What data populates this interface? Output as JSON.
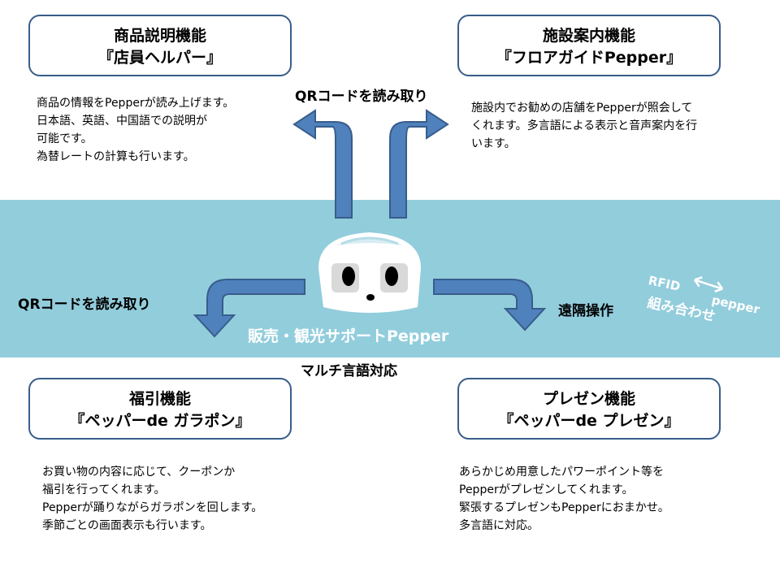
{
  "colors": {
    "band": "#92cddc",
    "arrow_fill": "#4f81bd",
    "arrow_stroke": "#385d8a",
    "box_border": "#385d8a"
  },
  "center": {
    "title": "販売・観光サポートPepper",
    "multilang": "マルチ言語対応"
  },
  "labels": {
    "qr_top": "QRコードを読み取り",
    "qr_left": "QRコードを読み取り",
    "remote": "遠隔操作"
  },
  "rfid": {
    "rfid": "RFID",
    "pepper": "pepper",
    "combine": "組み合わせ"
  },
  "features": {
    "product": {
      "title": "商品説明機能",
      "subtitle": "『店員ヘルパー』",
      "description": "商品の情報をPepperが読み上げます。\n日本語、英語、中国語での説明が\n可能です。\n為替レートの計算も行います。"
    },
    "facility": {
      "title": "施設案内機能",
      "subtitle": "『フロアガイドPepper』",
      "description": "施設内でお勧めの店舗をPepperが照会して\nくれます。多言語による表示と音声案内を行\nいます。"
    },
    "lottery": {
      "title": "福引機能",
      "subtitle": "『ペッパーde ガラポン』",
      "description": "お買い物の内容に応じて、クーポンか\n福引を行ってくれます。\nPepperが踊りながらガラポンを回します。\n季節ごとの画面表示も行います。"
    },
    "presentation": {
      "title": "プレゼン機能",
      "subtitle": "『ペッパーde プレゼン』",
      "description": "あらかじめ用意したパワーポイント等を\nPepperがプレゼンしてくれます。\n緊張するプレゼンもPepperにおまかせ。\n多言語に対応。"
    }
  }
}
